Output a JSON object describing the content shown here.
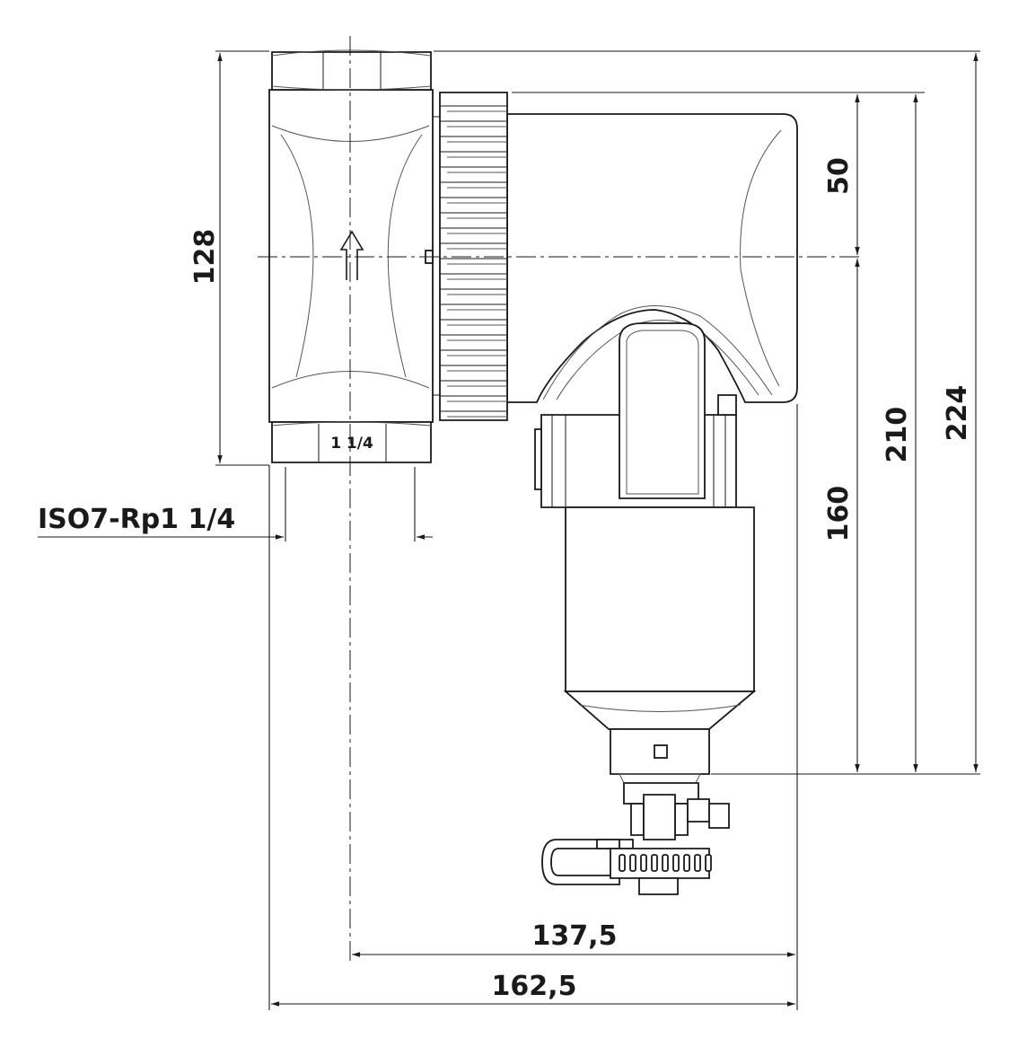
{
  "dimensions": {
    "inlet_centre_height": "128",
    "head_height": "50",
    "body_height": "160",
    "overall_height_210": "210",
    "overall_height_224": "224",
    "width_137": "137,5",
    "width_162": "162,5"
  },
  "connection": {
    "thread_label": "ISO7-Rp1 1/4",
    "nut_marking": "1 1/4"
  }
}
